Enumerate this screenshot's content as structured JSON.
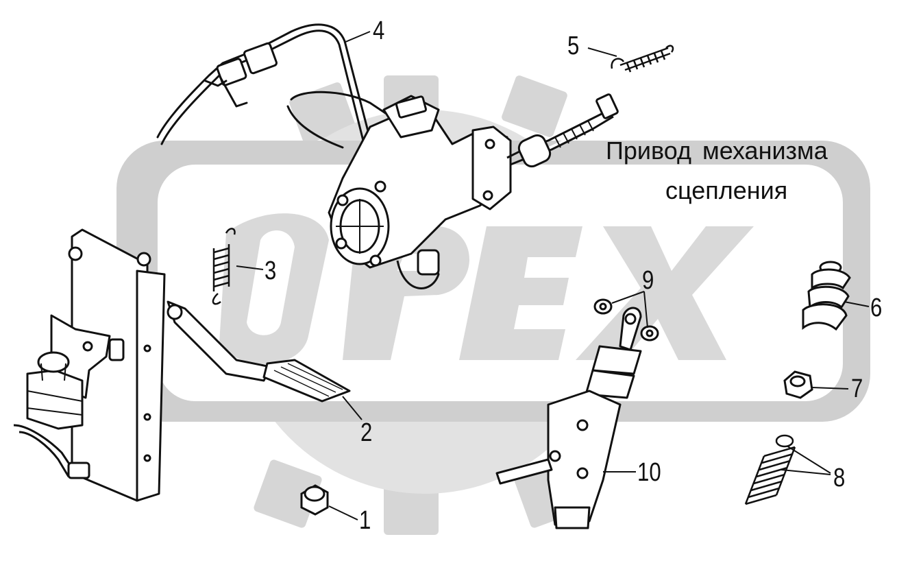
{
  "title": {
    "line1": "Привод  механизма",
    "line2": "сцепления"
  },
  "watermark": {
    "text": "OPEX",
    "color": "#d8d8d8"
  },
  "callouts": {
    "c1": "1",
    "c2": "2",
    "c3": "3",
    "c4": "4",
    "c5": "5",
    "c6": "6",
    "c7": "7",
    "c8": "8",
    "c9": "9",
    "c10": "10"
  },
  "colors": {
    "ink": "#111111",
    "paper": "#ffffff",
    "watermark": "#d6d6d6"
  }
}
